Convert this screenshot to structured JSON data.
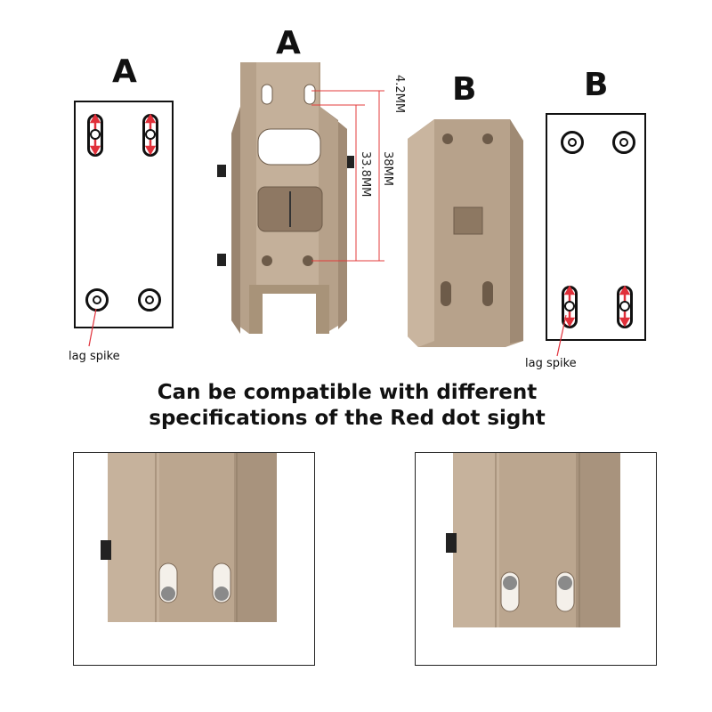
{
  "labels": {
    "top_center_a": "A",
    "left_a": "A",
    "middle_b": "B",
    "right_b": "B"
  },
  "callouts": {
    "left": "lag spike",
    "right": "lag spike"
  },
  "dimensions": {
    "d1": "4.2MM",
    "d2": "38MM",
    "d3": "33.8MM"
  },
  "headline": {
    "line1": "Can be compatible with different",
    "line2": "specifications of the Red dot sight"
  },
  "colors": {
    "tan": "#b09a82",
    "tan_light": "#c9b6a0",
    "tan_dark": "#8d7862",
    "arrow_red": "#e0303a",
    "dim_line": "#e33b3b"
  }
}
